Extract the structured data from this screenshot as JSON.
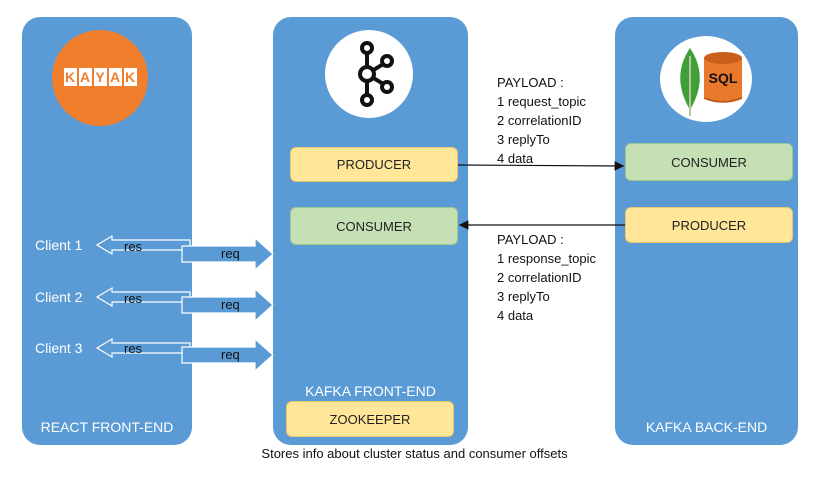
{
  "panels": {
    "react": {
      "label": "REACT FRONT-END"
    },
    "kafka_front": {
      "label": "KAFKA FRONT-END"
    },
    "kafka_back": {
      "label": "KAFKA BACK-END"
    }
  },
  "logos": {
    "kayak": {
      "text": "KAYAK",
      "icon": "kayak-logo"
    },
    "kafka": {
      "icon": "kafka-logo"
    },
    "db": {
      "text": "SQL",
      "icon": "mongodb-sql-logo"
    }
  },
  "boxes": {
    "front_producer": "PRODUCER",
    "front_consumer": "CONSUMER",
    "zookeeper": "ZOOKEEPER",
    "back_consumer": "CONSUMER",
    "back_producer": "PRODUCER"
  },
  "clients": [
    {
      "name": "Client 1",
      "res": "res",
      "req": "req"
    },
    {
      "name": "Client 2",
      "res": "res",
      "req": "req"
    },
    {
      "name": "Client 3",
      "res": "res",
      "req": "req"
    }
  ],
  "payload_request": {
    "title": "PAYLOAD :",
    "items": [
      "1 request_topic",
      "2 correlationID",
      "3 replyTo",
      "4 data"
    ]
  },
  "payload_response": {
    "title": "PAYLOAD :",
    "items": [
      "1 response_topic",
      "2 correlationID",
      "3 replyTo",
      "4 data"
    ]
  },
  "caption": "Stores info about cluster status and consumer offsets",
  "colors": {
    "panel": "#5b9bd5",
    "producer": "#ffe699",
    "consumer": "#c5e0b4",
    "kayak_orange": "#ef7e2d"
  }
}
